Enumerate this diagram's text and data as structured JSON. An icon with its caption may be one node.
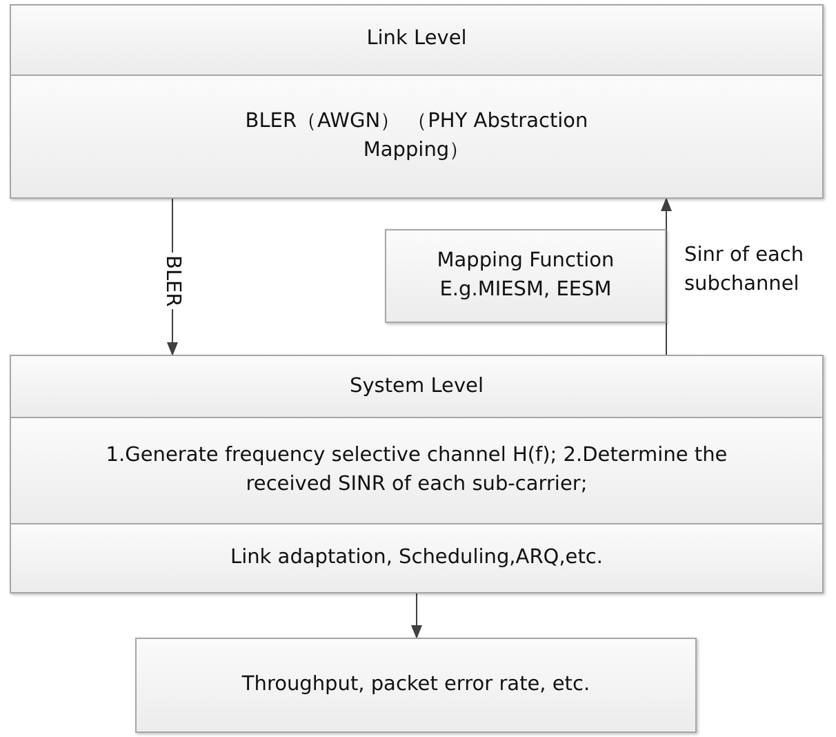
{
  "diagram": {
    "nodes": [
      {
        "text": [
          "Link Level",
          "BLER（AWGN） （PHY Abstraction Mapping）"
        ]
      },
      {
        "text": [
          "Mapping Function E.g.MIESM, EESM"
        ]
      },
      {
        "text": [
          "System Level",
          "1.Generate frequency selective channel H(f); 2.Determine the received SINR of each sub-carrier;",
          "Link adaptation, Scheduling,ARQ,etc."
        ]
      },
      {
        "text": [
          "Throughput, packet error rate, etc."
        ]
      }
    ],
    "edges": [
      {
        "from": 0,
        "to": 2,
        "arrow": "to",
        "label": "BLER"
      },
      {
        "from": 2,
        "to": 0,
        "arrow": "to",
        "label": "Sinr of each subchannel"
      },
      {
        "from": 2,
        "to": 3,
        "arrow": "to"
      }
    ]
  }
}
